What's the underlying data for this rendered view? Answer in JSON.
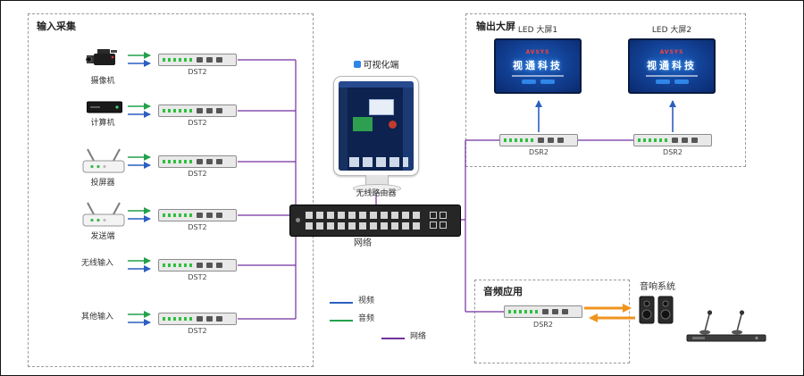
{
  "groups": {
    "input": {
      "title": "输入采集"
    },
    "output": {
      "title": "输出大屏"
    },
    "audio": {
      "title": "音频应用"
    }
  },
  "inputs": [
    {
      "label": "摄像机",
      "encoder": "DST2"
    },
    {
      "label": "计算机",
      "encoder": "DST2"
    },
    {
      "label": "投屏器",
      "encoder": "DST2"
    },
    {
      "label": "发送端",
      "encoder": "DST2"
    },
    {
      "label": "无线输入",
      "encoder": "DST2"
    },
    {
      "label": "其他输入",
      "encoder": "DST2"
    }
  ],
  "center": {
    "visualization_label": "可视化端",
    "router_label": "无线路由器",
    "switch_label": "网络"
  },
  "outputs": [
    {
      "label": "LED 大屏1",
      "decoder": "DSR2"
    },
    {
      "label": "LED 大屏2",
      "decoder": "DSR2"
    }
  ],
  "audio_out": {
    "decoder": "DSR2",
    "system_label": "音响系统"
  },
  "led_screen": {
    "logo": "AVSYS",
    "brand": "视通科技"
  },
  "legend": [
    {
      "label": "视频",
      "color": "#2b5fc0"
    },
    {
      "label": "音频",
      "color": "#23a14b"
    },
    {
      "label": "网络",
      "color": "#7030a0"
    }
  ]
}
